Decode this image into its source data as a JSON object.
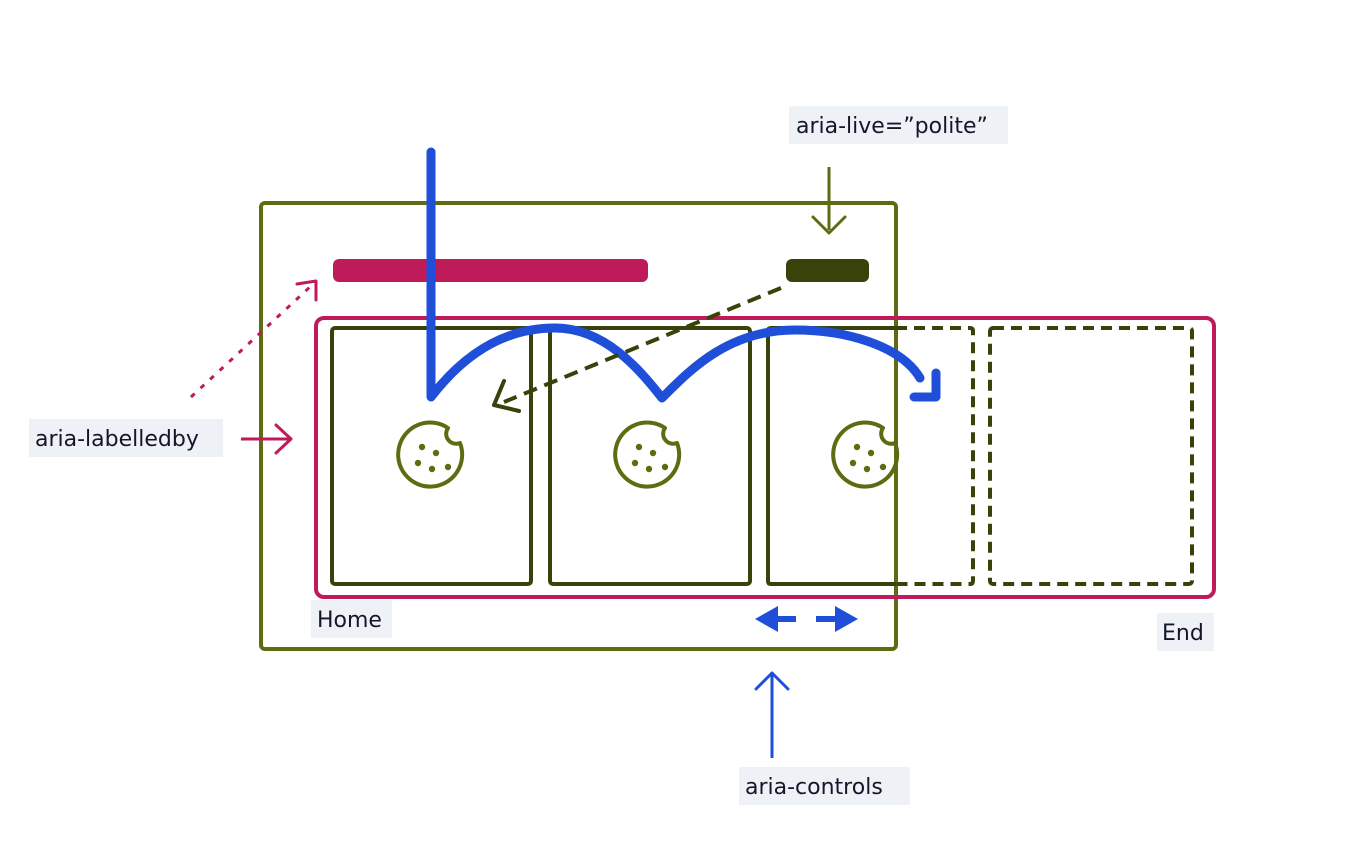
{
  "labels": {
    "aria_live": "aria-live=”polite”",
    "aria_labelledby": "aria-labelledby",
    "aria_controls": "aria-controls",
    "home": "Home",
    "end": "End"
  },
  "colors": {
    "olive": "#5f6b10",
    "dark_olive": "#38420a",
    "magenta": "#bf1a5a",
    "blue": "#1f4fd8",
    "label_bg": "#eef2f7"
  },
  "icons": {
    "slide_icon": "cookie-icon"
  }
}
